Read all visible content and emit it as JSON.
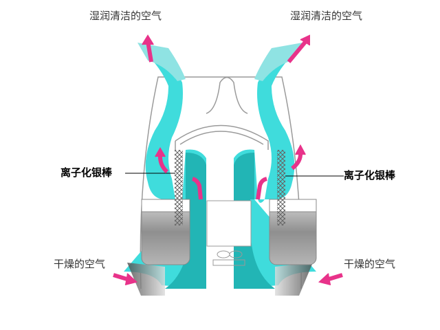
{
  "labels": {
    "outlet_left": "湿润清洁的空气",
    "outlet_right": "湿润清洁的空气",
    "rod_left": "离子化银棒",
    "rod_right": "离子化银棒",
    "inlet_left": "干燥的空气",
    "inlet_right": "干燥的空气"
  },
  "colors": {
    "light_cyan": "#3fdcdc",
    "dark_teal": "#22b5b5",
    "arrow_magenta": "#e8338a",
    "tank_gray": "#8a8a8a",
    "outline": "#9a9a9a"
  }
}
